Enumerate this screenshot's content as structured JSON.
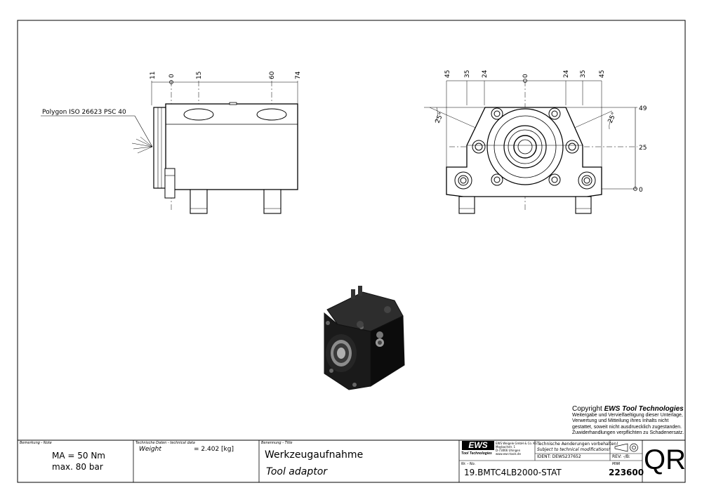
{
  "drawing": {
    "callout_polygon": "Polygon ISO 26623 PSC 40",
    "side_view_dims": [
      "11",
      "0",
      "15",
      "60",
      "74"
    ],
    "front_view_top_dims": [
      "45",
      "35",
      "24",
      "0",
      "24",
      "35",
      "45"
    ],
    "front_view_right_dims": [
      "49",
      "25",
      "0"
    ],
    "angle_labels": [
      "25°",
      "25°"
    ]
  },
  "copyright": {
    "prefix": "Copyright ",
    "brand": "EWS Tool Technologies",
    "lines": [
      "Weitergabe und Vervielfaeltigung dieser Unterlage,",
      "Verwertung und Mitteilung ihres Inhalts nicht",
      "gestattet, soweit nicht ausdruecklich zugestanden.",
      "Zuwiderhandlungen verpflichten zu Schadenersatz."
    ]
  },
  "title_block": {
    "remark_header": "Bemerkung - Note",
    "remark_line1": "MA = 50 Nm",
    "remark_line2": "max. 80 bar",
    "tech_header": "Technische Daten - technical data",
    "weight_label": "Weight",
    "weight_value": "=   2.402 [kg]",
    "title_header": "Benennung - Title",
    "title_de": "Werkzeugaufnahme",
    "title_en": "Tool adaptor",
    "logo_text": "EWS",
    "logo_sub": "Tool Technologies",
    "company_lines": [
      "EWS Weigele GmbH & Co. KG",
      "Maybachstr. 1",
      "D-73066 Uhingen",
      "www.ews-tools.de"
    ],
    "changes_de": "Technische Aenderungen vorbehalten!",
    "changes_en": "Subject to technical modifications!",
    "ident": "IDENT:  DEWS237652",
    "rev": "REV:  -/B:",
    "nr_header": "Nr. - No.",
    "part_number": "19.BMTC4LB2000-STAT",
    "mnr_header": "MNR",
    "mnr": "223600",
    "qr_code": "QR"
  }
}
